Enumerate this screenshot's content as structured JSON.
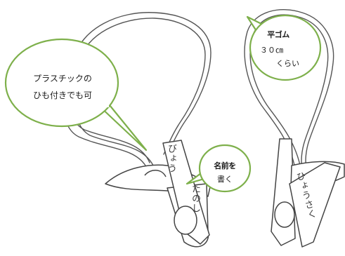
{
  "callouts": {
    "string": {
      "line1": "プラスチックの",
      "line2": "ひも付きでも可"
    },
    "elastic": {
      "title": "平ゴム",
      "line1": "３０㎝",
      "line2": "くらい"
    },
    "name": {
      "line1": "名前を",
      "line2": "書く"
    }
  },
  "handwriting": {
    "left_clip_1": "びょう",
    "left_clip_2": "たのし",
    "right_clip": "ひょうさく"
  },
  "colors": {
    "callout_border": "#7eb04b",
    "sketch": "#4a4a4a"
  }
}
